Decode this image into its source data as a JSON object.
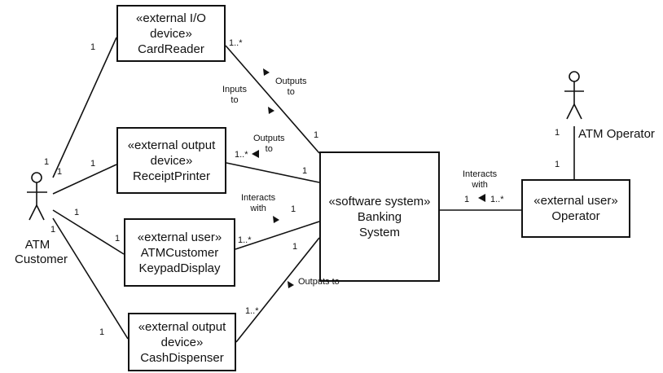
{
  "boxes": {
    "card_reader": {
      "line1": "«external I/O",
      "line2": "device»",
      "line3": "CardReader"
    },
    "receipt_printer": {
      "line1": "«external output",
      "line2": "device»",
      "line3": "ReceiptPrinter"
    },
    "keypad_display": {
      "line1": "«external user»",
      "line2": "ATMCustomer",
      "line3": "KeypadDisplay"
    },
    "cash_dispenser": {
      "line1": "«external output",
      "line2": "device»",
      "line3": "CashDispenser"
    },
    "banking_system": {
      "line1": "«software system»",
      "line2": "Banking",
      "line3": "System"
    },
    "operator": {
      "line1": "«external user»",
      "line2": "Operator"
    }
  },
  "actors": {
    "atm_customer": {
      "line1": "ATM",
      "line2": "Customer"
    },
    "atm_operator": {
      "name": "ATM Operator"
    }
  },
  "labels": {
    "outputs_to_card": {
      "line1": "Outputs",
      "line2": "to"
    },
    "inputs_to": {
      "line1": "Inputs",
      "line2": "to"
    },
    "outputs_to_receipt": {
      "line1": "Outputs",
      "line2": "to"
    },
    "interacts_with_keypad": {
      "line1": "Interacts",
      "line2": "with"
    },
    "outputs_to_cash": {
      "text": "Outputs to"
    },
    "interacts_with_operator": {
      "line1": "Interacts",
      "line2": "with"
    }
  },
  "multiplicities": {
    "cust_card": "1",
    "cust_top_1": "1",
    "cust_top_2": "1",
    "cust_receipt": "1",
    "cust_keypad_a": "1",
    "cust_keypad_b": "1",
    "cust_bottom": "1",
    "cust_cash": "1",
    "card_many": "1..*",
    "card_sys": "1",
    "receipt_many": "1..*",
    "receipt_sys": "1",
    "keypad_many": "1..*",
    "keypad_sys": "1",
    "cash_many": "1..*",
    "cash_sys": "1",
    "sys_op": "1",
    "op_many": "1..*",
    "operator_actor_top": "1",
    "operator_actor_bottom": "1"
  }
}
